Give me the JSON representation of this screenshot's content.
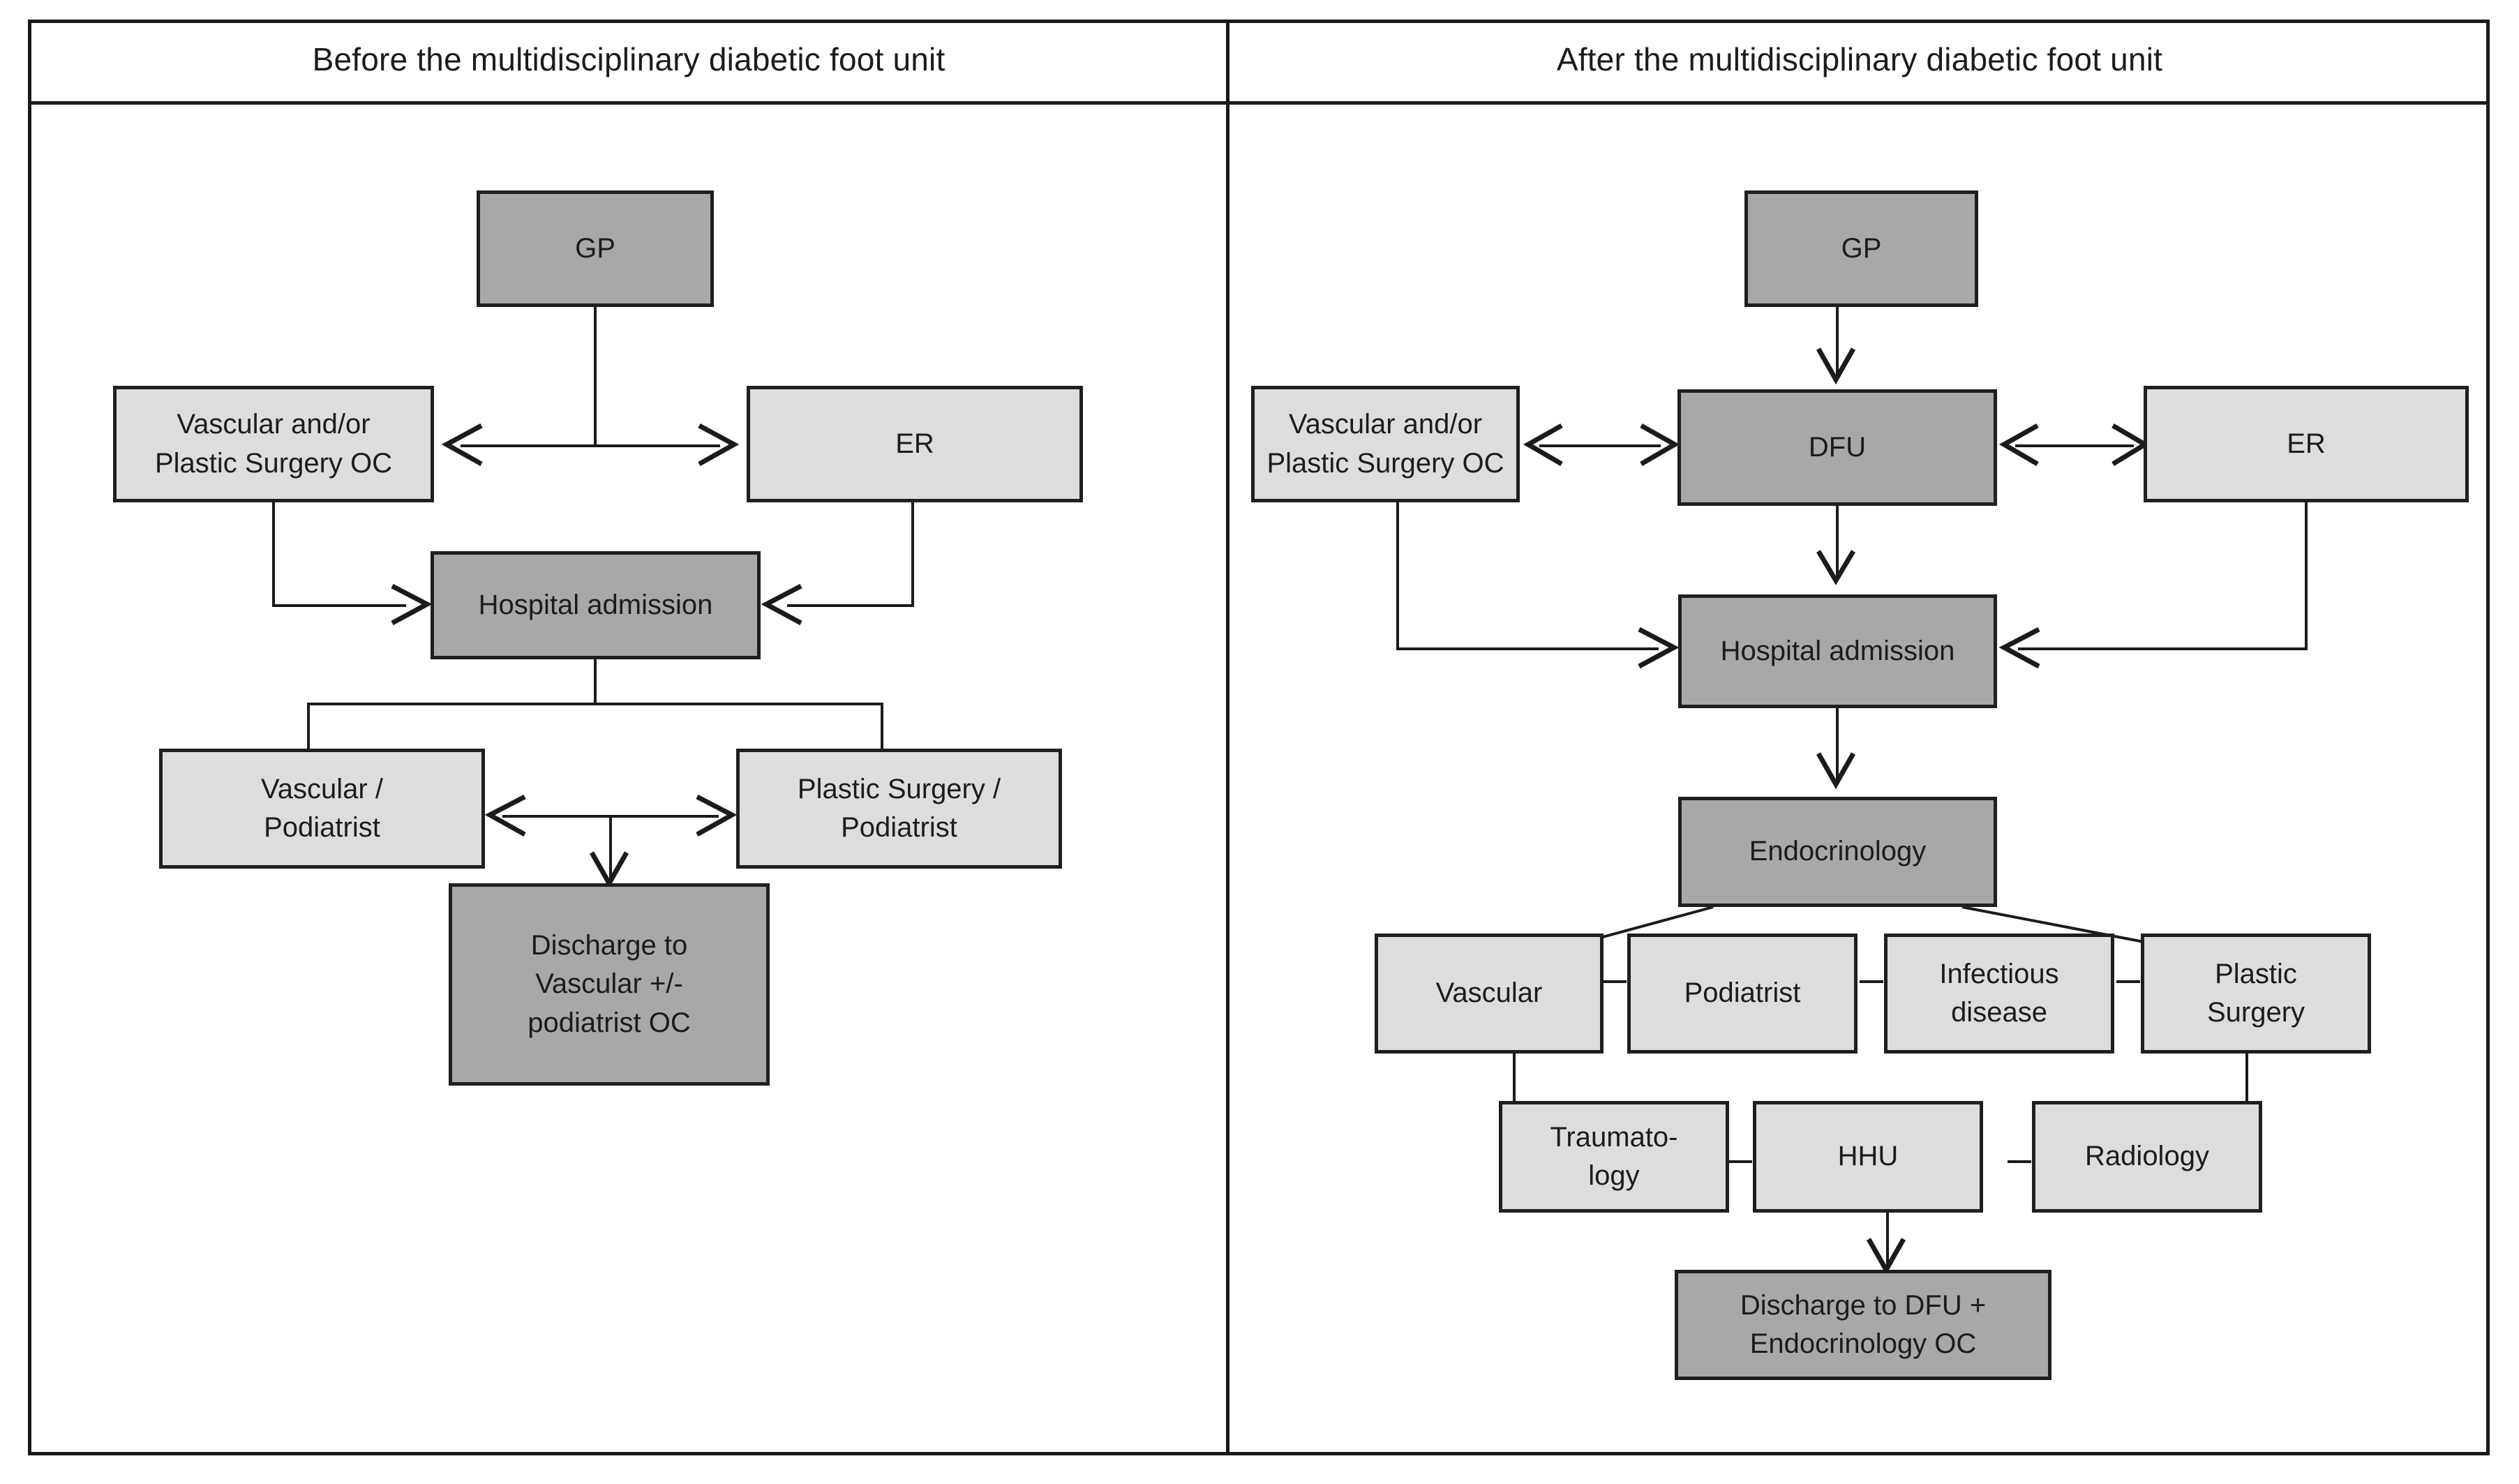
{
  "figure": {
    "type": "flowchart",
    "panels": [
      {
        "id": "before",
        "title": "Before the multidisciplinary diabetic foot unit",
        "nodes": [
          {
            "id": "gp",
            "label": "GP",
            "shade": "dark"
          },
          {
            "id": "vascoc",
            "label": "Vascular and/or\nPlastic Surgery OC",
            "shade": "light"
          },
          {
            "id": "er",
            "label": "ER",
            "shade": "light"
          },
          {
            "id": "admission",
            "label": "Hospital admission",
            "shade": "dark"
          },
          {
            "id": "vascpod",
            "label": "Vascular /\nPodiatrist",
            "shade": "light"
          },
          {
            "id": "plastpod",
            "label": "Plastic Surgery /\nPodiatrist",
            "shade": "light"
          },
          {
            "id": "discharge",
            "label": "Discharge to\nVascular +/-\npodiatrist OC",
            "shade": "dark"
          }
        ],
        "edges": [
          {
            "from": "gp",
            "to": "vascoc",
            "arrow": "single"
          },
          {
            "from": "gp",
            "to": "er",
            "arrow": "single"
          },
          {
            "from": "vascoc",
            "to": "admission",
            "arrow": "single"
          },
          {
            "from": "er",
            "to": "admission",
            "arrow": "single"
          },
          {
            "from": "admission",
            "to": "vascpod",
            "arrow": "none"
          },
          {
            "from": "admission",
            "to": "plastpod",
            "arrow": "none"
          },
          {
            "from": "vascpod",
            "to": "plastpod",
            "arrow": "double"
          },
          {
            "from": "vascpod",
            "to": "discharge",
            "arrow": "single"
          }
        ]
      },
      {
        "id": "after",
        "title": "After the multidisciplinary diabetic foot unit",
        "nodes": [
          {
            "id": "gp2",
            "label": "GP",
            "shade": "dark"
          },
          {
            "id": "vascoc2",
            "label": "Vascular and/or\nPlastic Surgery OC",
            "shade": "light"
          },
          {
            "id": "dfu",
            "label": "DFU",
            "shade": "dark"
          },
          {
            "id": "er2",
            "label": "ER",
            "shade": "light"
          },
          {
            "id": "admission2",
            "label": "Hospital admission",
            "shade": "dark"
          },
          {
            "id": "endo",
            "label": "Endocrinology",
            "shade": "dark"
          },
          {
            "id": "vascular",
            "label": "Vascular",
            "shade": "light"
          },
          {
            "id": "podiatrist",
            "label": "Podiatrist",
            "shade": "light"
          },
          {
            "id": "infectious",
            "label": "Infectious\ndisease",
            "shade": "light"
          },
          {
            "id": "plastic",
            "label": "Plastic\nSurgery",
            "shade": "light"
          },
          {
            "id": "trauma",
            "label": "Traumato-\nlogy",
            "shade": "light"
          },
          {
            "id": "hhu",
            "label": "HHU",
            "shade": "light"
          },
          {
            "id": "radiology",
            "label": "Radiology",
            "shade": "light"
          },
          {
            "id": "discharge2",
            "label": "Discharge to DFU +\nEndocrinology OC",
            "shade": "dark"
          }
        ],
        "edges": [
          {
            "from": "gp2",
            "to": "dfu",
            "arrow": "single"
          },
          {
            "from": "vascoc2",
            "to": "dfu",
            "arrow": "double"
          },
          {
            "from": "dfu",
            "to": "er2",
            "arrow": "double"
          },
          {
            "from": "vascoc2",
            "to": "admission2",
            "arrow": "single"
          },
          {
            "from": "dfu",
            "to": "admission2",
            "arrow": "single"
          },
          {
            "from": "er2",
            "to": "admission2",
            "arrow": "single"
          },
          {
            "from": "admission2",
            "to": "endo",
            "arrow": "single"
          },
          {
            "from": "endo",
            "to": "vascular",
            "arrow": "none"
          },
          {
            "from": "endo",
            "to": "plastic",
            "arrow": "none"
          },
          {
            "from": "vascular",
            "to": "podiatrist",
            "arrow": "none"
          },
          {
            "from": "podiatrist",
            "to": "infectious",
            "arrow": "none"
          },
          {
            "from": "infectious",
            "to": "plastic",
            "arrow": "none"
          },
          {
            "from": "vascular",
            "to": "trauma",
            "arrow": "none"
          },
          {
            "from": "plastic",
            "to": "radiology",
            "arrow": "none"
          },
          {
            "from": "trauma",
            "to": "hhu",
            "arrow": "none"
          },
          {
            "from": "hhu",
            "to": "radiology",
            "arrow": "none"
          },
          {
            "from": "hhu",
            "to": "discharge2",
            "arrow": "single"
          }
        ]
      }
    ],
    "colors": {
      "dark_fill": "#a8a8a8",
      "light_fill": "#dddddd",
      "border": "#1f1f1f",
      "text": "#1c1c1c",
      "background": "#ffffff"
    }
  }
}
